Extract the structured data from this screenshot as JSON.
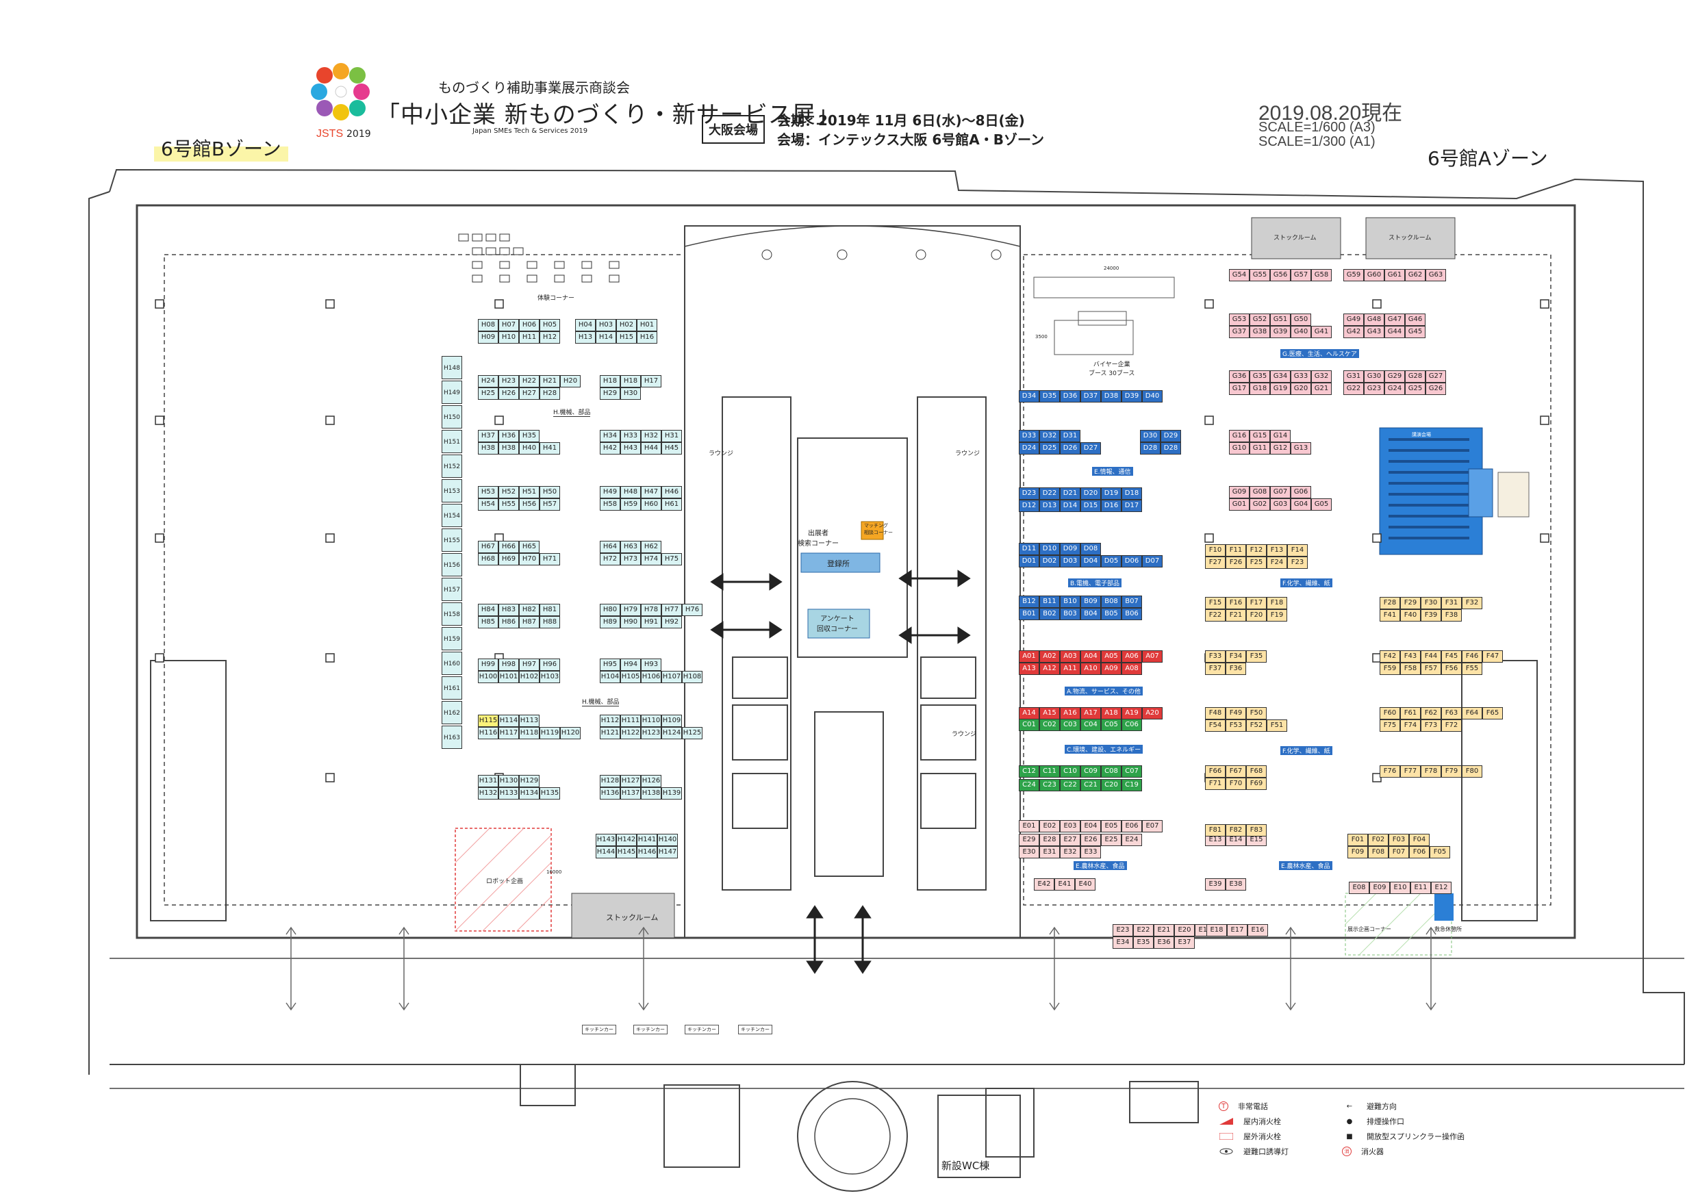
{
  "header": {
    "title_pre": "ものづくり補助事業展示商談会",
    "title_main": "「中小企業 新ものづくり・新サービス展」",
    "title_en": "Japan SMEs Tech & Services 2019",
    "logo_year": "2019",
    "venue_badge": "大阪会場",
    "dates": "会期：2019年 11月 6日(水)〜8日(金)",
    "location": "会場：インテックス大阪 6号館A・Bゾーン",
    "as_of": "2019.08.20現在",
    "scale_a3": "SCALE=1/600 (A3)",
    "scale_a1": "SCALE=1/300 (A1)",
    "zone_b": "6号館Bゾーン",
    "zone_a": "6号館Aゾーン"
  },
  "labels": {
    "taiken": "体験コーナー",
    "robot": "ロボット企画",
    "stock_room": "ストックルーム",
    "shuttensha": "出展者\n検索コーナー",
    "matching": "マッチング\n相談コーナー",
    "touroku": "登録所",
    "anketo": "アンケート\n回収コーナー",
    "lounge": "ラウンジ",
    "buyer": "バイヤー企業\nブース 30ブース",
    "kitchen_car": "キッチンカー",
    "shinsetsu_wc": "新設WC棟",
    "dim_24000": "24000",
    "dim_3500": "3500",
    "dim_16000": "16000",
    "auditorium": "講演会場",
    "kikaku": "展示企画コーナー",
    "kyuugo": "救急休憩所"
  },
  "categories": {
    "H_machine_1": "H.機械、部品",
    "H_machine_2": "H.機械、部品",
    "G_medical": "G.医療、生活、ヘルスケア",
    "E_info": "E.情報、通信",
    "B_electric": "B.電機、電子部品",
    "F_chem_1": "F.化学、繊維、紙",
    "F_chem_2": "F.化学、繊維、紙",
    "A_logistics": "A.物流、サービス、その他",
    "C_env": "C.環境、建設、エネルギー",
    "E_food_1": "E.農林水産、食品",
    "E_food_2": "E.農林水産、食品"
  },
  "booth_blocks": [
    {
      "section": "H",
      "color": "#d9f3f3",
      "rows": [
        [
          "H08",
          "H07",
          "H06",
          "H05"
        ],
        [
          "H09",
          "H10",
          "H11",
          "H12"
        ]
      ]
    },
    {
      "section": "H",
      "color": "#d9f3f3",
      "rows": [
        [
          "H04",
          "H03",
          "H02",
          "H01"
        ],
        [
          "H13",
          "H14",
          "H15",
          "H16"
        ]
      ]
    },
    {
      "section": "H",
      "color": "#d9f3f3",
      "rows": [
        [
          "H24",
          "H23",
          "H22",
          "H21",
          "H20"
        ],
        [
          "H25",
          "H26",
          "H27",
          "H28"
        ]
      ]
    },
    {
      "section": "H",
      "color": "#d9f3f3",
      "rows": [
        [
          "H18",
          "H18",
          "H17"
        ],
        [
          "H29",
          "H30"
        ]
      ]
    },
    {
      "section": "H",
      "color": "#d9f3f3",
      "rows": [
        [
          "H37",
          "H36",
          "H35"
        ],
        [
          "H38",
          "H38",
          "H40",
          "H41"
        ]
      ]
    },
    {
      "section": "H",
      "color": "#d9f3f3",
      "rows": [
        [
          "H34",
          "H33",
          "H32",
          "H31"
        ],
        [
          "H42",
          "H43",
          "H44",
          "H45"
        ]
      ]
    },
    {
      "section": "H",
      "color": "#d9f3f3",
      "rows": [
        [
          "H53",
          "H52",
          "H51",
          "H50"
        ],
        [
          "H54",
          "H55",
          "H56",
          "H57"
        ]
      ]
    },
    {
      "section": "H",
      "color": "#d9f3f3",
      "rows": [
        [
          "H49",
          "H48",
          "H47",
          "H46"
        ],
        [
          "H58",
          "H59",
          "H60",
          "H61"
        ]
      ]
    },
    {
      "section": "H",
      "color": "#d9f3f3",
      "rows": [
        [
          "H67",
          "H66",
          "H65"
        ],
        [
          "H68",
          "H69",
          "H70",
          "H71"
        ]
      ]
    },
    {
      "section": "H",
      "color": "#d9f3f3",
      "rows": [
        [
          "H64",
          "H63",
          "H62"
        ],
        [
          "H72",
          "H73",
          "H74",
          "H75"
        ]
      ]
    },
    {
      "section": "H",
      "color": "#d9f3f3",
      "rows": [
        [
          "H84",
          "H83",
          "H82",
          "H81"
        ],
        [
          "H85",
          "H86",
          "H87",
          "H88"
        ]
      ]
    },
    {
      "section": "H",
      "color": "#d9f3f3",
      "rows": [
        [
          "H80",
          "H79",
          "H78",
          "H77",
          "H76"
        ],
        [
          "H89",
          "H90",
          "H91",
          "H92"
        ]
      ]
    },
    {
      "section": "H",
      "color": "#d9f3f3",
      "rows": [
        [
          "H99",
          "H98",
          "H97",
          "H96"
        ],
        [
          "H100",
          "H101",
          "H102",
          "H103"
        ]
      ]
    },
    {
      "section": "H",
      "color": "#d9f3f3",
      "rows": [
        [
          "H95",
          "H94",
          "H93"
        ],
        [
          "H104",
          "H105",
          "H106",
          "H107",
          "H108"
        ]
      ]
    },
    {
      "section": "H",
      "color": "#d9f3f3",
      "rows": [
        [
          "H115",
          "H114",
          "H113"
        ],
        [
          "H116",
          "H117",
          "H118",
          "H119",
          "H120"
        ]
      ]
    },
    {
      "section": "H",
      "color": "#d9f3f3",
      "rows": [
        [
          "H112",
          "H111",
          "H110",
          "H109"
        ],
        [
          "H121",
          "H122",
          "H123",
          "H124",
          "H125"
        ]
      ]
    },
    {
      "section": "H",
      "color": "#d9f3f3",
      "rows": [
        [
          "H131",
          "H130",
          "H129"
        ],
        [
          "H132",
          "H133",
          "H134",
          "H135"
        ]
      ]
    },
    {
      "section": "H",
      "color": "#d9f3f3",
      "rows": [
        [
          "H128",
          "H127",
          "H126"
        ],
        [
          "H136",
          "H137",
          "H138",
          "H139"
        ]
      ]
    },
    {
      "section": "H",
      "color": "#d9f3f3",
      "rows": [
        [
          "H143",
          "H142",
          "H141",
          "H140"
        ],
        [
          "H144",
          "H145",
          "H146",
          "H147"
        ]
      ]
    },
    {
      "section": "G",
      "color": "#f8c8d0",
      "rows": [
        [
          "G54",
          "G55",
          "G56",
          "G57",
          "G58"
        ]
      ]
    },
    {
      "section": "G",
      "color": "#f8c8d0",
      "rows": [
        [
          "G59",
          "G60",
          "G61",
          "G62",
          "G63"
        ]
      ]
    },
    {
      "section": "G",
      "color": "#f8c8d0",
      "rows": [
        [
          "G53",
          "G52",
          "G51",
          "G50"
        ],
        [
          "G37",
          "G38",
          "G39",
          "G40",
          "G41"
        ]
      ]
    },
    {
      "section": "G",
      "color": "#f8c8d0",
      "rows": [
        [
          "G49",
          "G48",
          "G47",
          "G46"
        ],
        [
          "G42",
          "G43",
          "G44",
          "G45"
        ]
      ]
    },
    {
      "section": "G",
      "color": "#f8c8d0",
      "rows": [
        [
          "G36",
          "G35",
          "G34",
          "G33",
          "G32"
        ],
        [
          "G17",
          "G18",
          "G19",
          "G20",
          "G21"
        ]
      ]
    },
    {
      "section": "G",
      "color": "#f8c8d0",
      "rows": [
        [
          "G31",
          "G30",
          "G29",
          "G28",
          "G27"
        ],
        [
          "G22",
          "G23",
          "G24",
          "G25",
          "G26"
        ]
      ]
    },
    {
      "section": "G",
      "color": "#f8c8d0",
      "rows": [
        [
          "G16",
          "G15",
          "G14"
        ],
        [
          "G10",
          "G11",
          "G12",
          "G13"
        ]
      ]
    },
    {
      "section": "G",
      "color": "#f8c8d0",
      "rows": [
        [
          "G09",
          "G08",
          "G07",
          "G06"
        ],
        [
          "G01",
          "G02",
          "G03",
          "G04",
          "G05"
        ]
      ]
    },
    {
      "section": "D",
      "color": "#2d6fc4",
      "rows": [
        [
          "D34",
          "D35",
          "D36",
          "D37",
          "D38",
          "D39",
          "D40"
        ]
      ]
    },
    {
      "section": "D",
      "color": "#2d6fc4",
      "rows": [
        [
          "D33",
          "D32",
          "D31"
        ],
        [
          "D24",
          "D25",
          "D26",
          "D27"
        ]
      ]
    },
    {
      "section": "D",
      "color": "#2d6fc4",
      "rows": [
        [
          "D30",
          "D29"
        ],
        [
          "D28",
          "D28"
        ]
      ]
    },
    {
      "section": "D",
      "color": "#2d6fc4",
      "rows": [
        [
          "D23",
          "D22",
          "D21",
          "D20",
          "D19",
          "D18"
        ],
        [
          "D12",
          "D13",
          "D14",
          "D15",
          "D16",
          "D17"
        ]
      ]
    },
    {
      "section": "D",
      "color": "#2d6fc4",
      "rows": [
        [
          "D11",
          "D10",
          "D09",
          "D08"
        ],
        [
          "D01",
          "D02",
          "D03",
          "D04",
          "D05",
          "D06",
          "D07"
        ]
      ]
    },
    {
      "section": "B",
      "color": "#2d6fc4",
      "rows": [
        [
          "B12",
          "B11",
          "B10",
          "B09",
          "B08",
          "B07"
        ],
        [
          "B01",
          "B02",
          "B03",
          "B04",
          "B05",
          "B06"
        ]
      ]
    },
    {
      "section": "A",
      "color": "#e03a3a",
      "rows": [
        [
          "A01",
          "A02",
          "A03",
          "A04",
          "A05",
          "A06",
          "A07"
        ],
        [
          "A13",
          "A12",
          "A11",
          "A10",
          "A09",
          "A08"
        ]
      ]
    },
    {
      "section": "A",
      "color": "#e03a3a",
      "rows": [
        [
          "A14",
          "A15",
          "A16",
          "A17",
          "A18",
          "A19",
          "A20"
        ]
      ]
    },
    {
      "section": "C",
      "color": "#2ea34a",
      "rows": [
        [
          "C01",
          "C02",
          "C03",
          "C04",
          "C05",
          "C06"
        ]
      ]
    },
    {
      "section": "C",
      "color": "#2ea34a",
      "rows": [
        [
          "C12",
          "C11",
          "C10",
          "C09",
          "C08",
          "C07"
        ]
      ]
    },
    {
      "section": "C",
      "color": "#2ea34a",
      "rows": [
        [
          "C24",
          "C23",
          "C22",
          "C21",
          "C20",
          "C19"
        ]
      ]
    },
    {
      "section": "E",
      "color": "#f9d7d7",
      "rows": [
        [
          "E01",
          "E02",
          "E03",
          "E04",
          "E05",
          "E06",
          "E07"
        ]
      ]
    },
    {
      "section": "E",
      "color": "#f9d7d7",
      "rows": [
        [
          "E29",
          "E28",
          "E27",
          "E26",
          "E25",
          "E24"
        ],
        [
          "E30",
          "E31",
          "E32",
          "E33"
        ]
      ]
    },
    {
      "section": "E",
      "color": "#f9d7d7",
      "rows": [
        [
          "E42",
          "E41",
          "E40"
        ]
      ]
    },
    {
      "section": "E",
      "color": "#f9d7d7",
      "rows": [
        [
          "E23",
          "E22",
          "E21",
          "E20",
          "E19"
        ],
        [
          "E34",
          "E35",
          "E36",
          "E37"
        ]
      ]
    },
    {
      "section": "E",
      "color": "#f9d7d7",
      "rows": [
        [
          "E39",
          "E38"
        ]
      ]
    },
    {
      "section": "E",
      "color": "#f9d7d7",
      "rows": [
        [
          "E18",
          "E17",
          "E16"
        ]
      ]
    },
    {
      "section": "E",
      "color": "#f9d7d7",
      "rows": [
        [
          "E08",
          "E09",
          "E10",
          "E11",
          "E12"
        ]
      ]
    },
    {
      "section": "E",
      "color": "#f9d7d7",
      "rows": [
        [
          "E13",
          "E14",
          "E15"
        ]
      ]
    },
    {
      "section": "F",
      "color": "#fde3a7",
      "rows": [
        [
          "F01",
          "F02",
          "F03",
          "F04"
        ],
        [
          "F09",
          "F08",
          "F07",
          "F06",
          "F05"
        ]
      ]
    },
    {
      "section": "F",
      "color": "#fde3a7",
      "rows": [
        [
          "F10",
          "F11",
          "F12",
          "F13",
          "F14"
        ],
        [
          "F27",
          "F26",
          "F25",
          "F24",
          "F23"
        ]
      ]
    },
    {
      "section": "F",
      "color": "#fde3a7",
      "rows": [
        [
          "F15",
          "F16",
          "F17",
          "F18"
        ],
        [
          "F22",
          "F21",
          "F20",
          "F19"
        ]
      ]
    },
    {
      "section": "F",
      "color": "#fde3a7",
      "rows": [
        [
          "F28",
          "F29",
          "F30",
          "F31",
          "F32"
        ],
        [
          "F41",
          "F40",
          "F39",
          "F38"
        ]
      ]
    },
    {
      "section": "F",
      "color": "#fde3a7",
      "rows": [
        [
          "F33",
          "F34",
          "F35"
        ],
        [
          "F37",
          "F36"
        ]
      ]
    },
    {
      "section": "F",
      "color": "#fde3a7",
      "rows": [
        [
          "F42",
          "F43",
          "F44",
          "F45",
          "F46",
          "F47"
        ],
        [
          "F59",
          "F58",
          "F57",
          "F56",
          "F55"
        ]
      ]
    },
    {
      "section": "F",
      "color": "#fde3a7",
      "rows": [
        [
          "F48",
          "F49",
          "F50"
        ],
        [
          "F54",
          "F53",
          "F52",
          "F51"
        ]
      ]
    },
    {
      "section": "F",
      "color": "#fde3a7",
      "rows": [
        [
          "F60",
          "F61",
          "F62",
          "F63",
          "F64",
          "F65"
        ],
        [
          "F75",
          "F74",
          "F73",
          "F72"
        ]
      ]
    },
    {
      "section": "F",
      "color": "#fde3a7",
      "rows": [
        [
          "F66",
          "F67",
          "F68"
        ],
        [
          "F71",
          "F70",
          "F69"
        ]
      ]
    },
    {
      "section": "F",
      "color": "#fde3a7",
      "rows": [
        [
          "F76",
          "F77",
          "F78",
          "F79",
          "F80"
        ]
      ]
    },
    {
      "section": "F",
      "color": "#fde3a7",
      "rows": [
        [
          "F81",
          "F82",
          "F83"
        ]
      ]
    }
  ],
  "column_h": {
    "color": "#d9f3f3",
    "labels": [
      "H148",
      "H149",
      "H150",
      "H151",
      "H152",
      "H153",
      "H154",
      "H155",
      "H156",
      "H157",
      "H158",
      "H159",
      "H160",
      "H161",
      "H162",
      "H163"
    ]
  },
  "highlight_booth": "H115",
  "legend": [
    {
      "icon": "hydrant-icon",
      "label": "非常電話"
    },
    {
      "icon": "indoor-fire-hydrant-icon",
      "label": "屋内消火栓"
    },
    {
      "icon": "outdoor-fire-hydrant-icon",
      "label": "屋外消火栓"
    },
    {
      "icon": "exit-light-icon",
      "label": "避難口誘導灯"
    },
    {
      "icon": "arrow-left-icon",
      "label": "避難方向"
    },
    {
      "icon": "smoke-vent-icon",
      "label": "排煙操作口"
    },
    {
      "icon": "sprinkler-icon",
      "label": "開放型スプリンクラー操作函"
    },
    {
      "icon": "extinguisher-icon",
      "label": "消火器"
    }
  ],
  "colors": {
    "wall": "#333333",
    "h_booth": "#d9f3f3",
    "g_booth": "#f8c8d0",
    "blue_booth": "#2d6fc4",
    "red_booth": "#e03a3a",
    "green_booth": "#2ea34a",
    "f_booth": "#fde3a7",
    "e_booth": "#f9d7d7",
    "auditorium": "#2b7fd6",
    "registration": "#7fb6e3",
    "highlight": "#fbf27a"
  }
}
